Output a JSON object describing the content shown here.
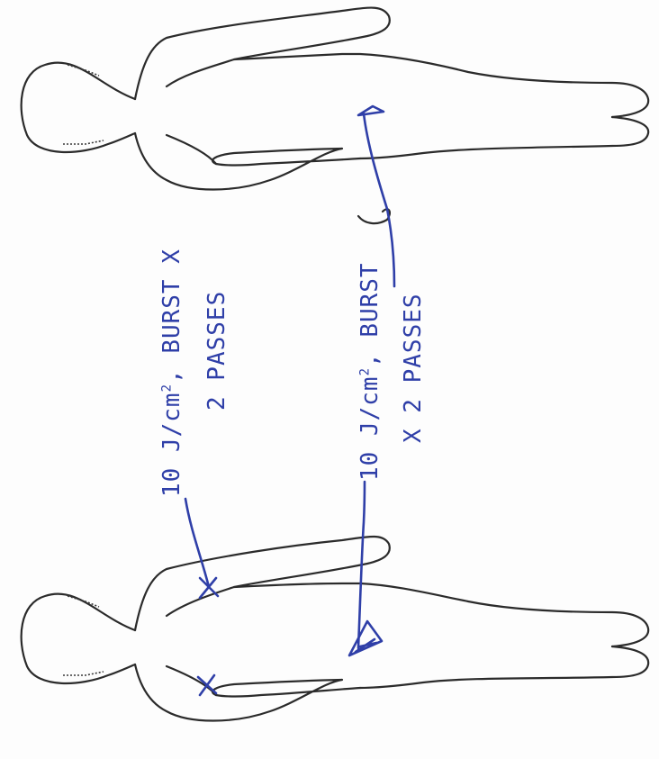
{
  "annotations": {
    "upper": {
      "line1_a": "10 J/cm",
      "line1_sup": "2",
      "line1_b": ", BURST X",
      "line2": "2 PASSES"
    },
    "lower": {
      "line1_a": "10 J/cm",
      "line1_sup": "2",
      "line1_b": ", BURST",
      "line2": "X 2 PASSES"
    }
  },
  "ink_color": "#2f3fa8"
}
